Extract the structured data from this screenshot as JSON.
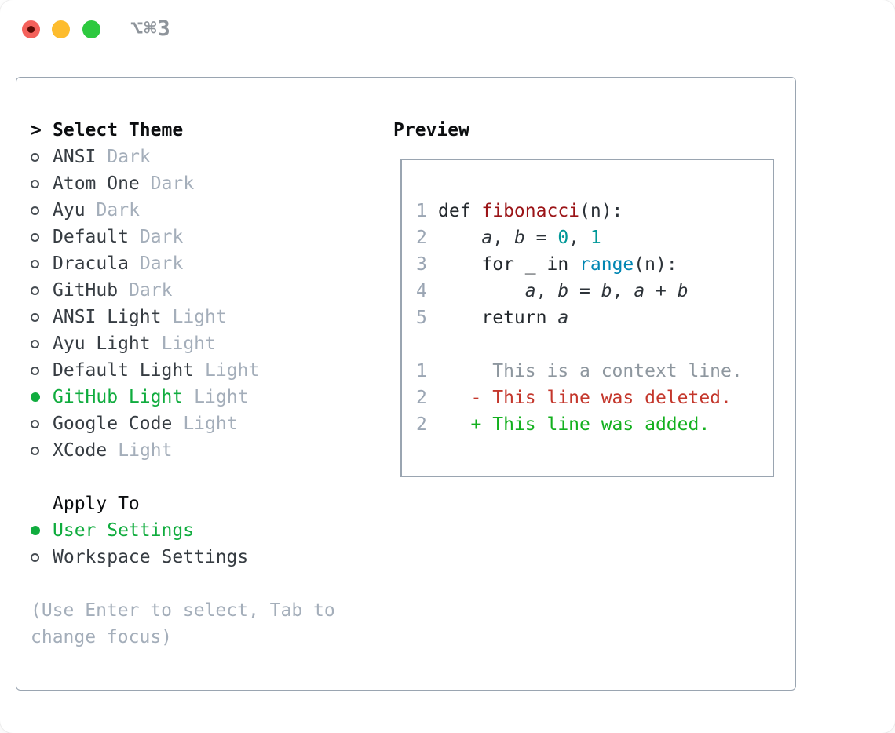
{
  "window": {
    "title": "⌥⌘3",
    "traffic_lights": {
      "close": "close-button",
      "minimize": "minimize-button",
      "zoom": "zoom-button"
    }
  },
  "theme_picker": {
    "header": {
      "prompt": ">",
      "label": "Select Theme"
    },
    "items": [
      {
        "name": "ANSI",
        "tag": "Dark",
        "selected": false
      },
      {
        "name": "Atom One",
        "tag": "Dark",
        "selected": false
      },
      {
        "name": "Ayu",
        "tag": "Dark",
        "selected": false
      },
      {
        "name": "Default",
        "tag": "Dark",
        "selected": false
      },
      {
        "name": "Dracula",
        "tag": "Dark",
        "selected": false
      },
      {
        "name": "GitHub",
        "tag": "Dark",
        "selected": false
      },
      {
        "name": "ANSI Light",
        "tag": "Light",
        "selected": false
      },
      {
        "name": "Ayu Light",
        "tag": "Light",
        "selected": false
      },
      {
        "name": "Default Light",
        "tag": "Light",
        "selected": false
      },
      {
        "name": "GitHub Light",
        "tag": "Light",
        "selected": true
      },
      {
        "name": "Google Code",
        "tag": "Light",
        "selected": false
      },
      {
        "name": "XCode",
        "tag": "Light",
        "selected": false
      }
    ],
    "apply_to": {
      "label": "Apply To",
      "options": [
        {
          "name": "User Settings",
          "selected": true
        },
        {
          "name": "Workspace Settings",
          "selected": false
        }
      ]
    },
    "hint": "(Use Enter to select, Tab to change focus)"
  },
  "preview": {
    "label": "Preview",
    "code_lines": [
      {
        "number": "1",
        "segments": [
          {
            "text": "def ",
            "style": "keyword"
          },
          {
            "text": "fibonacci",
            "style": "title"
          },
          {
            "text": "(n):",
            "style": "plain"
          }
        ]
      },
      {
        "number": "2",
        "segments": [
          {
            "text": "    ",
            "style": "plain"
          },
          {
            "text": "a",
            "style": "variable"
          },
          {
            "text": ", ",
            "style": "plain"
          },
          {
            "text": "b",
            "style": "variable"
          },
          {
            "text": " = ",
            "style": "plain"
          },
          {
            "text": "0",
            "style": "number"
          },
          {
            "text": ", ",
            "style": "plain"
          },
          {
            "text": "1",
            "style": "number"
          }
        ]
      },
      {
        "number": "3",
        "segments": [
          {
            "text": "    ",
            "style": "plain"
          },
          {
            "text": "for",
            "style": "keyword"
          },
          {
            "text": " _ ",
            "style": "plain"
          },
          {
            "text": "in",
            "style": "keyword"
          },
          {
            "text": " ",
            "style": "plain"
          },
          {
            "text": "range",
            "style": "builtin"
          },
          {
            "text": "(n):",
            "style": "plain"
          }
        ]
      },
      {
        "number": "4",
        "segments": [
          {
            "text": "        ",
            "style": "plain"
          },
          {
            "text": "a",
            "style": "variable"
          },
          {
            "text": ", ",
            "style": "plain"
          },
          {
            "text": "b",
            "style": "variable"
          },
          {
            "text": " = ",
            "style": "plain"
          },
          {
            "text": "b",
            "style": "variable"
          },
          {
            "text": ", ",
            "style": "plain"
          },
          {
            "text": "a",
            "style": "variable"
          },
          {
            "text": " + ",
            "style": "plain"
          },
          {
            "text": "b",
            "style": "variable"
          }
        ]
      },
      {
        "number": "5",
        "segments": [
          {
            "text": "    ",
            "style": "plain"
          },
          {
            "text": "return",
            "style": "keyword"
          },
          {
            "text": " ",
            "style": "plain"
          },
          {
            "text": "a",
            "style": "variable"
          }
        ]
      }
    ],
    "diff_lines": [
      {
        "number": "1",
        "segments": [
          {
            "text": "     This is a context line.",
            "style": "context"
          }
        ]
      },
      {
        "number": "2",
        "segments": [
          {
            "text": "   - This line was deleted.",
            "style": "deleted"
          }
        ]
      },
      {
        "number": "2",
        "segments": [
          {
            "text": "   + This line was added.",
            "style": "added"
          }
        ]
      }
    ]
  },
  "colors": {
    "accent_green": "#10ac3e",
    "added_green": "#13b01e",
    "deleted_red": "#c4372c",
    "title_red": "#9b1417",
    "number_teal": "#009898",
    "builtin_blue": "#0086b3",
    "muted_gray": "#a4aeba",
    "line_number_gray": "#9aa5b3",
    "context_gray": "#8e979f",
    "text_dark": "#363c42",
    "border_gray": "#9aa5b1",
    "traffic_red": "#f4615b",
    "traffic_yellow": "#fdbc2e",
    "traffic_green": "#2dc93f",
    "window_title_gray": "#8e949b"
  }
}
